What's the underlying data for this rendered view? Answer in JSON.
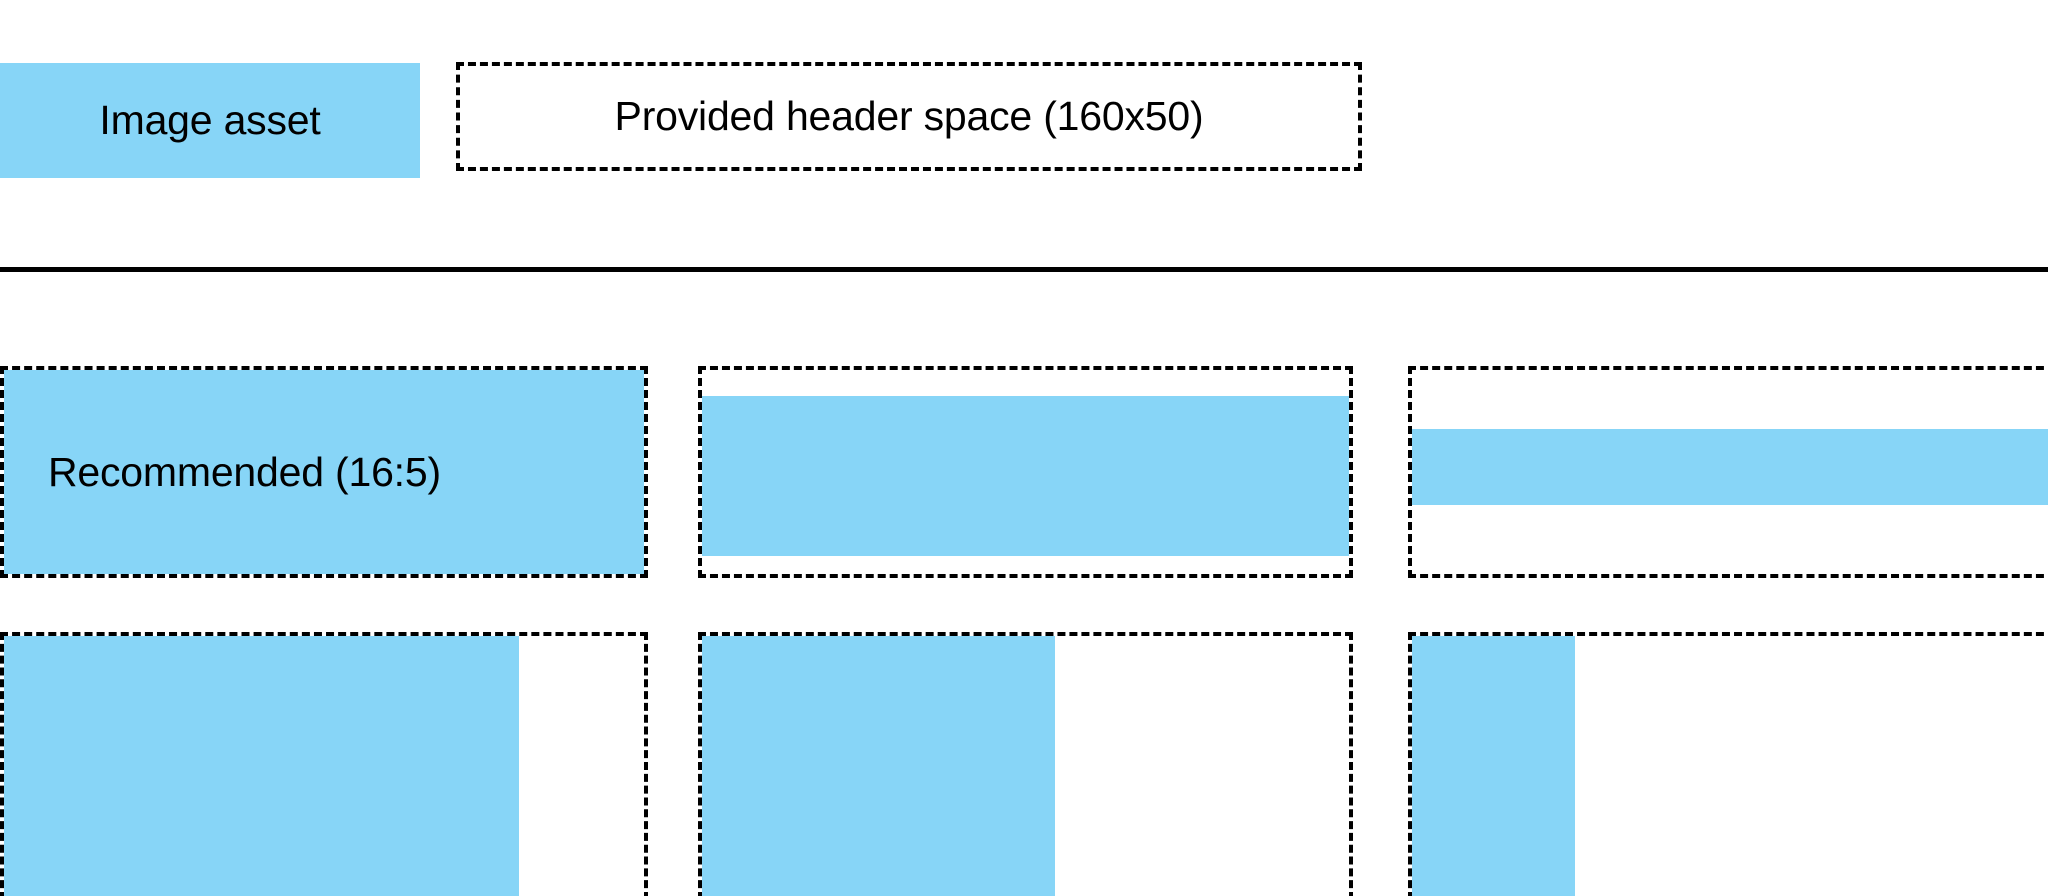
{
  "colors": {
    "fill": "#87d5f7",
    "outline": "#000000",
    "background": "#ffffff",
    "text": "#000000"
  },
  "header": {
    "swatch_label": "Image asset",
    "space_label": "Provided header space (160x50)",
    "space_dimensions": "160x50"
  },
  "divider": {
    "present": true
  },
  "ratio_section": {
    "recommended_label": "Recommended (16:5)",
    "rows": [
      {
        "name": "aspect-ratio-row",
        "cells": [
          {
            "name": "recommended-16-5",
            "label": "Recommended (16:5)",
            "fill_mode": "full",
            "fill_width_pct": 100,
            "fill_height_pct": 100
          },
          {
            "name": "wide-shorter-fill",
            "label": "",
            "fill_mode": "horizontal-band",
            "fill_width_pct": 100,
            "fill_height_pct": 75
          },
          {
            "name": "wide-thin-band-fill",
            "label": "",
            "fill_mode": "horizontal-band",
            "fill_width_pct": 100,
            "fill_height_pct": 36
          }
        ]
      },
      {
        "name": "partial-width-row",
        "cells": [
          {
            "name": "partial-fill-wide",
            "label": "",
            "fill_mode": "left-aligned",
            "fill_width_pct": 80,
            "fill_height_pct": 100
          },
          {
            "name": "partial-fill-medium",
            "label": "",
            "fill_mode": "left-aligned",
            "fill_width_pct": 54,
            "fill_height_pct": 100
          },
          {
            "name": "partial-fill-narrow",
            "label": "",
            "fill_mode": "left-aligned",
            "fill_width_pct": 25,
            "fill_height_pct": 100
          }
        ]
      }
    ]
  }
}
